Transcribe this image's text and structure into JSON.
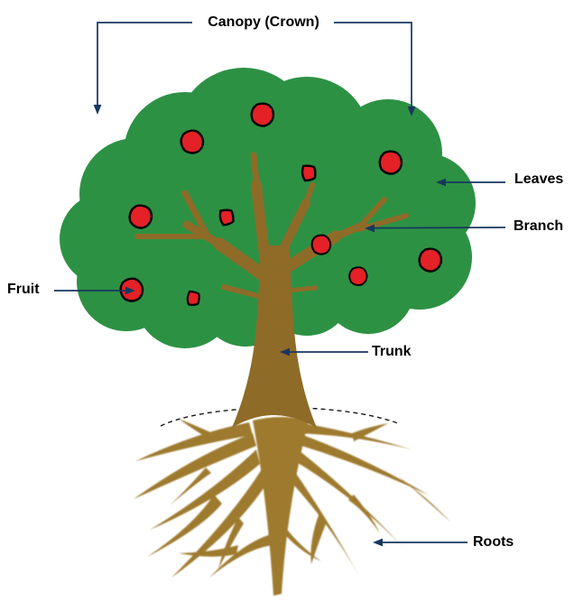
{
  "labels": {
    "canopy": "Canopy (Crown)",
    "leaves": "Leaves",
    "branch": "Branch",
    "fruit": "Fruit",
    "trunk": "Trunk",
    "roots": "Roots"
  },
  "counts": {
    "fruits": 11
  },
  "colors": {
    "background": "#FFFFFF",
    "canopy_green": "#2D9144",
    "trunk_brown": "#8F6B28",
    "root_brown": "#9E7A2E",
    "fruit_red": "#E32127",
    "fruit_outline": "#000000",
    "arrow_blue": "#17375E",
    "label_text": "#000000",
    "soil_line": "#1A1A1A"
  }
}
